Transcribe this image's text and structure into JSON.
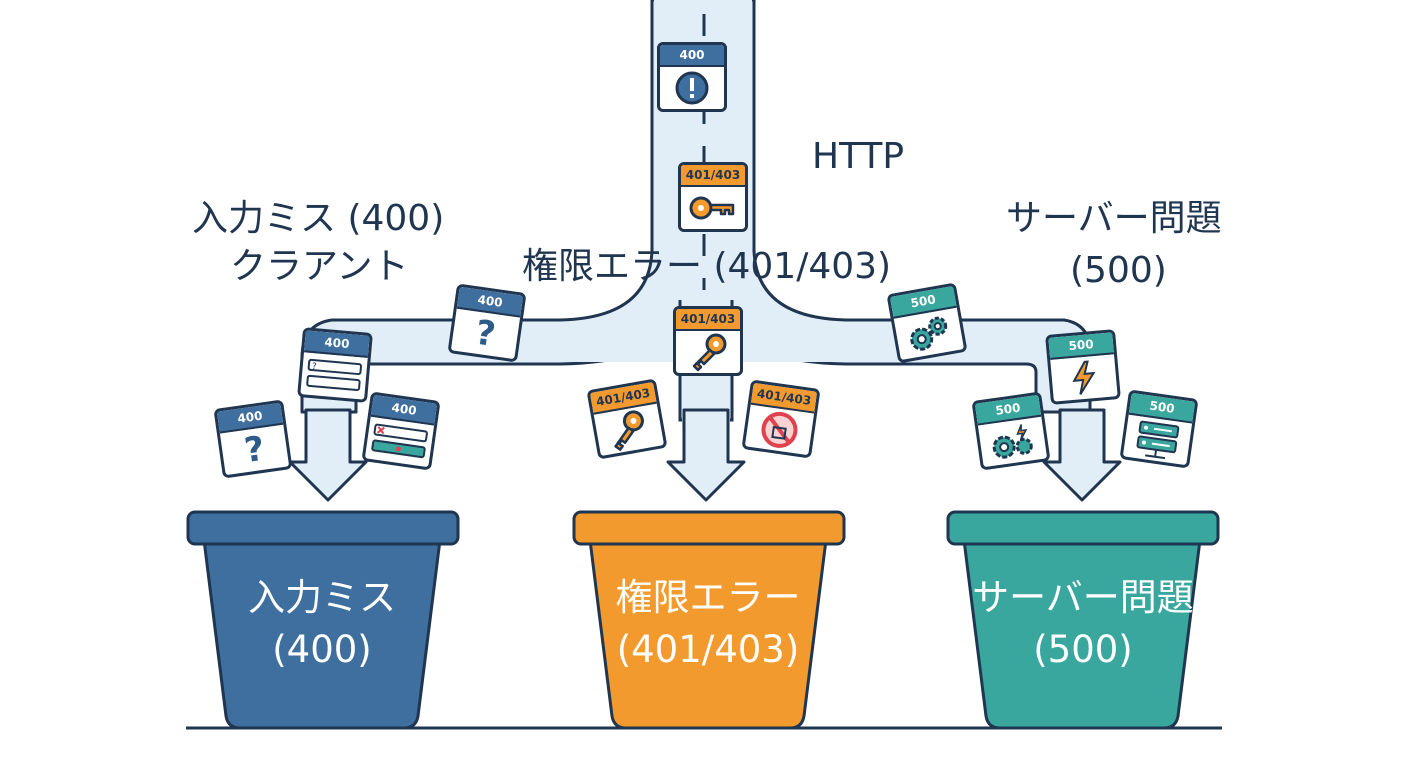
{
  "labels": {
    "protocol": "HTTP",
    "client_line1": "入力ミス (400)",
    "client_line2": "クラアント",
    "auth": "権限エラー (401/403)",
    "server_line1": "サーバー問題",
    "server_line2": "(500)"
  },
  "buckets": [
    {
      "title": "入力ミス",
      "code": "(400)"
    },
    {
      "title": "権限エラー",
      "code": "(401/403)"
    },
    {
      "title": "サーバー問題",
      "code": "(500)"
    }
  ],
  "cards": {
    "top_400": "400",
    "pipe_401": "401/403",
    "branch_left_400": "400",
    "branch_mid_401": "401/403",
    "branch_right_500": "500",
    "left_form_400": "400",
    "left_q_400": "400",
    "left_err_400": "400",
    "mid_key_401": "401/403",
    "mid_block_401": "401/403",
    "right_bolt_500": "500",
    "right_gears_500": "500",
    "right_server_500": "500"
  },
  "colors": {
    "blue": "#3f6f9e",
    "orange": "#f39a2e",
    "teal": "#3aa79f",
    "outline": "#1f3550",
    "pipe": "#e2eef7"
  }
}
